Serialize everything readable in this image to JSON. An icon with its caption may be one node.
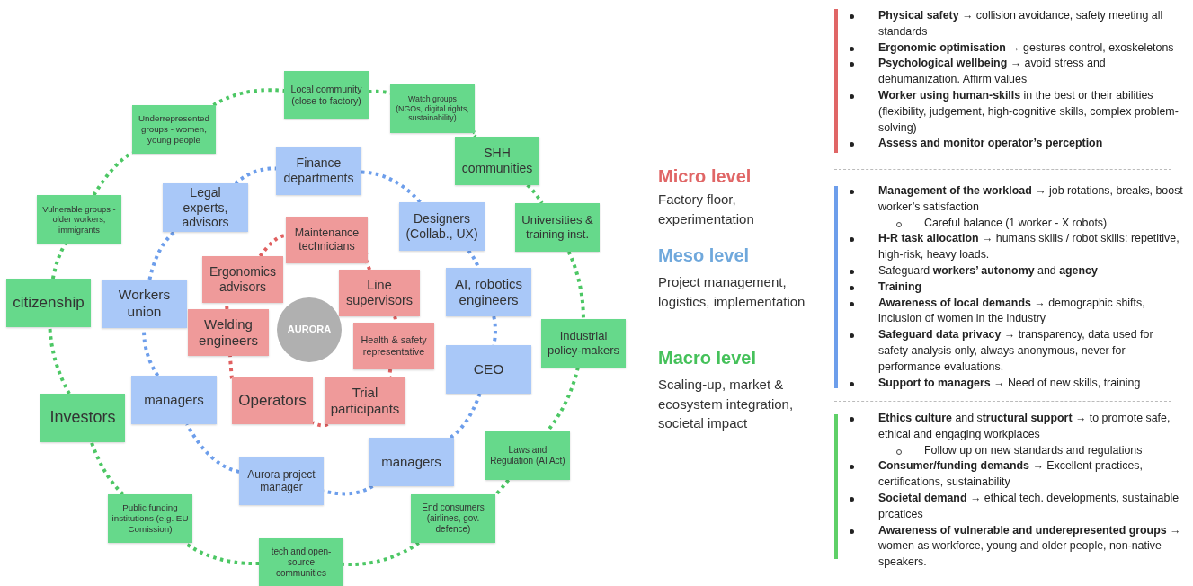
{
  "diagram": {
    "nodes": [
      {
        "text": [
          "Local community (close to factory)"
        ]
      },
      {
        "text": [
          "Watch groups (NGOs, digital rights, sustainability)"
        ]
      },
      {
        "text": [
          "Underrepresented groups - women, young people"
        ]
      },
      {
        "text": [
          "SHH communities"
        ]
      },
      {
        "text": [
          "Vulnerable groups - older workers, immigrants"
        ]
      },
      {
        "text": [
          "Universities & training inst."
        ]
      },
      {
        "text": [
          "citizenship"
        ]
      },
      {
        "text": [
          "Industrial policy-makers"
        ]
      },
      {
        "text": [
          "Investors"
        ]
      },
      {
        "text": [
          "Laws and Regulation (AI Act)"
        ]
      },
      {
        "text": [
          "Public funding institutions (e.g. EU Comission)"
        ]
      },
      {
        "text": [
          "End consumers (airlines, gov. defence)"
        ]
      },
      {
        "text": [
          "tech and open-source communities"
        ]
      },
      {
        "text": [
          "Finance departments"
        ]
      },
      {
        "text": [
          "Legal experts, advisors"
        ]
      },
      {
        "text": [
          "Designers (Collab., UX)"
        ]
      },
      {
        "text": [
          "Workers union"
        ]
      },
      {
        "text": [
          "AI, robotics engineers"
        ]
      },
      {
        "text": [
          "CEO"
        ]
      },
      {
        "text": [
          "managers"
        ]
      },
      {
        "text": [
          "managers"
        ]
      },
      {
        "text": [
          "Aurora project manager"
        ]
      },
      {
        "text": [
          "Maintenance technicians"
        ]
      },
      {
        "text": [
          "Ergonomics advisors"
        ]
      },
      {
        "text": [
          "Line supervisors"
        ]
      },
      {
        "text": [
          "Welding engineers"
        ]
      },
      {
        "text": [
          "Health & safety representative"
        ]
      },
      {
        "text": [
          "Operators"
        ]
      },
      {
        "text": [
          "Trial participants"
        ]
      },
      {
        "text": [
          "AURORA"
        ]
      }
    ],
    "edges": [
      {
        "from": 2,
        "to": 0,
        "arrow": "none",
        "style": "dashed",
        "color": "#4cc764"
      },
      {
        "from": 0,
        "to": 1,
        "arrow": "none",
        "style": "dashed",
        "color": "#4cc764"
      },
      {
        "from": 1,
        "to": 3,
        "arrow": "none",
        "style": "dashed",
        "color": "#4cc764"
      },
      {
        "from": 3,
        "to": 5,
        "arrow": "none",
        "style": "dashed",
        "color": "#4cc764"
      },
      {
        "from": 5,
        "to": 7,
        "arrow": "none",
        "style": "dashed",
        "color": "#4cc764"
      },
      {
        "from": 7,
        "to": 9,
        "arrow": "none",
        "style": "dashed",
        "color": "#4cc764"
      },
      {
        "from": 9,
        "to": 11,
        "arrow": "none",
        "style": "dashed",
        "color": "#4cc764"
      },
      {
        "from": 11,
        "to": 12,
        "arrow": "none",
        "style": "dashed",
        "color": "#4cc764"
      },
      {
        "from": 12,
        "to": 10,
        "arrow": "none",
        "style": "dashed",
        "color": "#4cc764"
      },
      {
        "from": 10,
        "to": 8,
        "arrow": "none",
        "style": "dashed",
        "color": "#4cc764"
      },
      {
        "from": 8,
        "to": 6,
        "arrow": "none",
        "style": "dashed",
        "color": "#4cc764"
      },
      {
        "from": 6,
        "to": 4,
        "arrow": "none",
        "style": "dashed",
        "color": "#4cc764"
      },
      {
        "from": 4,
        "to": 2,
        "arrow": "none",
        "style": "dashed",
        "color": "#4cc764"
      },
      {
        "from": 14,
        "to": 13,
        "arrow": "none",
        "style": "dashed",
        "color": "#6d9eeb"
      },
      {
        "from": 13,
        "to": 15,
        "arrow": "none",
        "style": "dashed",
        "color": "#6d9eeb"
      },
      {
        "from": 15,
        "to": 17,
        "arrow": "none",
        "style": "dashed",
        "color": "#6d9eeb"
      },
      {
        "from": 17,
        "to": 18,
        "arrow": "none",
        "style": "dashed",
        "color": "#6d9eeb"
      },
      {
        "from": 18,
        "to": 20,
        "arrow": "none",
        "style": "dashed",
        "color": "#6d9eeb"
      },
      {
        "from": 20,
        "to": 21,
        "arrow": "none",
        "style": "dashed",
        "color": "#6d9eeb"
      },
      {
        "from": 21,
        "to": 19,
        "arrow": "none",
        "style": "dashed",
        "color": "#6d9eeb"
      },
      {
        "from": 19,
        "to": 16,
        "arrow": "none",
        "style": "dashed",
        "color": "#6d9eeb"
      },
      {
        "from": 16,
        "to": 14,
        "arrow": "none",
        "style": "dashed",
        "color": "#6d9eeb"
      },
      {
        "from": 23,
        "to": 22,
        "arrow": "none",
        "style": "dashed",
        "color": "#e06060"
      },
      {
        "from": 22,
        "to": 24,
        "arrow": "none",
        "style": "dashed",
        "color": "#e06060"
      },
      {
        "from": 24,
        "to": 26,
        "arrow": "none",
        "style": "dashed",
        "color": "#e06060"
      },
      {
        "from": 26,
        "to": 28,
        "arrow": "none",
        "style": "dashed",
        "color": "#e06060"
      },
      {
        "from": 28,
        "to": 27,
        "arrow": "none",
        "style": "dashed",
        "color": "#e06060"
      },
      {
        "from": 27,
        "to": 25,
        "arrow": "none",
        "style": "dashed",
        "color": "#e06060"
      },
      {
        "from": 25,
        "to": 23,
        "arrow": "none",
        "style": "dashed",
        "color": "#e06060"
      }
    ],
    "labels": [
      "Micro level",
      "Factory floor, experimentation",
      "Meso level",
      "Project management, logistics, implementation",
      "Macro level",
      "Scaling-up, market & ecosystem integration, societal impact",
      "**Physical safety →** collision avoidance, safety meeting all standards",
      "**Ergonomic optimisation →** gestures control, exoskeletons",
      "**Psychological wellbeing →** avoid stress and dehumanization. Affirm values",
      "**Worker using human-skills** in the best or their abilities (flexibility, judgement, high-cognitive skills, complex problem-solving)",
      "Assess and monitor operator’s perception",
      "**Management of the workload →**  job rotations, breaks, boost worker’s satisfaction",
      "Careful balance (1 worker  - X robots)",
      "**H-R task allocation →** humans skills / robot skills: repetitive, high-risk, heavy loads.",
      "Safeguard **workers’ autonomy** and **agency**",
      "Training",
      "**Awareness of local demands →** demographic shifts, inclusion of women in the industry",
      "**Safeguard data privacy →** transparency, data used for safety analysis only, always anonymous, never for performance evaluations.",
      "**Support to managers →** Need of new skills, training",
      "**Ethics culture** and s**tructural support** → to promote safe, ethical and engaging workplaces",
      "Follow up on new standards and regulations",
      "**Consumer/funding demands →** Excellent practices, certifications, sustainability",
      "**Societal demand →** ethical tech. developments, sustainable prcatices",
      "**Awareness of vulnerable and underepresented groups →** women as workforce, young and older people, non-native speakers."
    ]
  }
}
